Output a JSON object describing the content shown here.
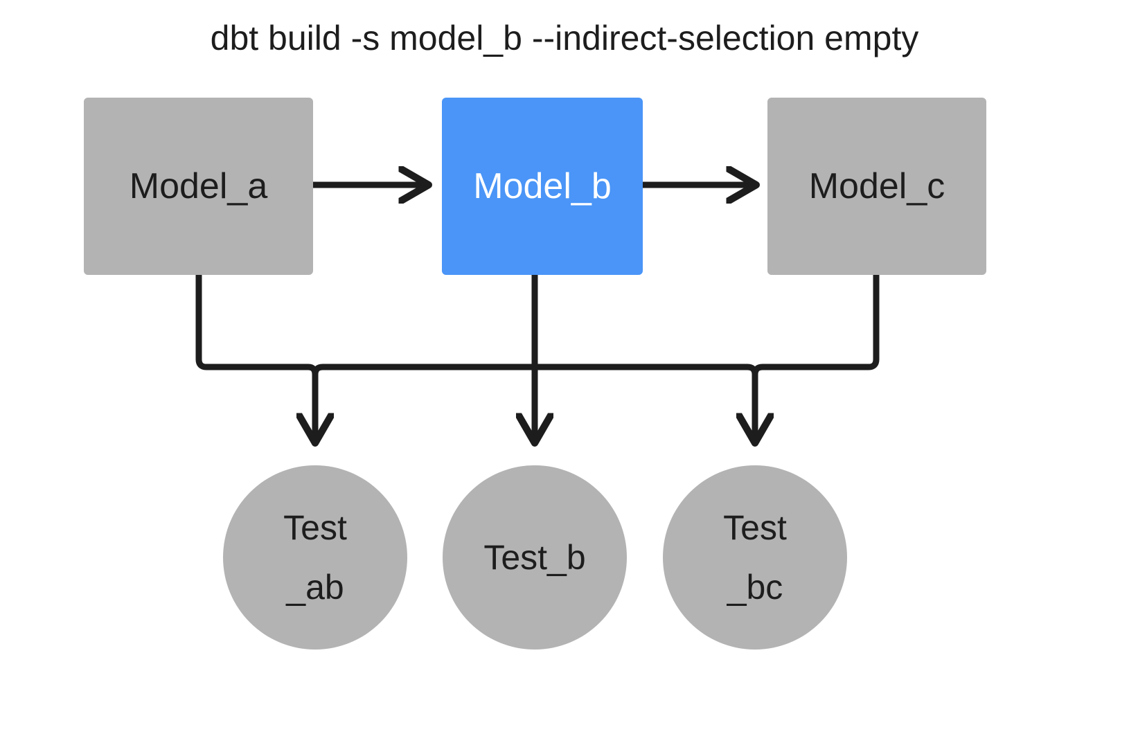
{
  "title": "dbt build -s model_b --indirect-selection empty",
  "colors": {
    "background": "#ffffff",
    "node_gray": "#b3b3b3",
    "node_blue": "#4a95f7",
    "edge_black": "#1d1d1d",
    "text_dark": "#1d1d1d",
    "text_light": "#ffffff"
  },
  "models": [
    {
      "id": "model_a",
      "label": "Model_a",
      "fill": "#b3b3b3",
      "text_color": "#1d1d1d",
      "selected": false
    },
    {
      "id": "model_b",
      "label": "Model_b",
      "fill": "#4a95f7",
      "text_color": "#ffffff",
      "selected": true
    },
    {
      "id": "model_c",
      "label": "Model_c",
      "fill": "#b3b3b3",
      "text_color": "#1d1d1d",
      "selected": false
    }
  ],
  "tests": [
    {
      "id": "test_ab",
      "label": "Test_ab",
      "line1": "Test",
      "line2": "_ab",
      "fill": "#b3b3b3",
      "text_color": "#1d1d1d",
      "selected": false
    },
    {
      "id": "test_b",
      "label": "Test_b",
      "line1": "Test_b",
      "line2": "",
      "fill": "#b3b3b3",
      "text_color": "#1d1d1d",
      "selected": false
    },
    {
      "id": "test_bc",
      "label": "Test_bc",
      "line1": "Test",
      "line2": "_bc",
      "fill": "#b3b3b3",
      "text_color": "#1d1d1d",
      "selected": false
    }
  ],
  "edges": [
    {
      "from": "model_a",
      "to": "model_b"
    },
    {
      "from": "model_b",
      "to": "model_c"
    },
    {
      "from": "model_a",
      "to": "test_ab"
    },
    {
      "from": "model_b",
      "to": "test_ab"
    },
    {
      "from": "model_b",
      "to": "test_b"
    },
    {
      "from": "model_b",
      "to": "test_bc"
    },
    {
      "from": "model_c",
      "to": "test_bc"
    }
  ]
}
